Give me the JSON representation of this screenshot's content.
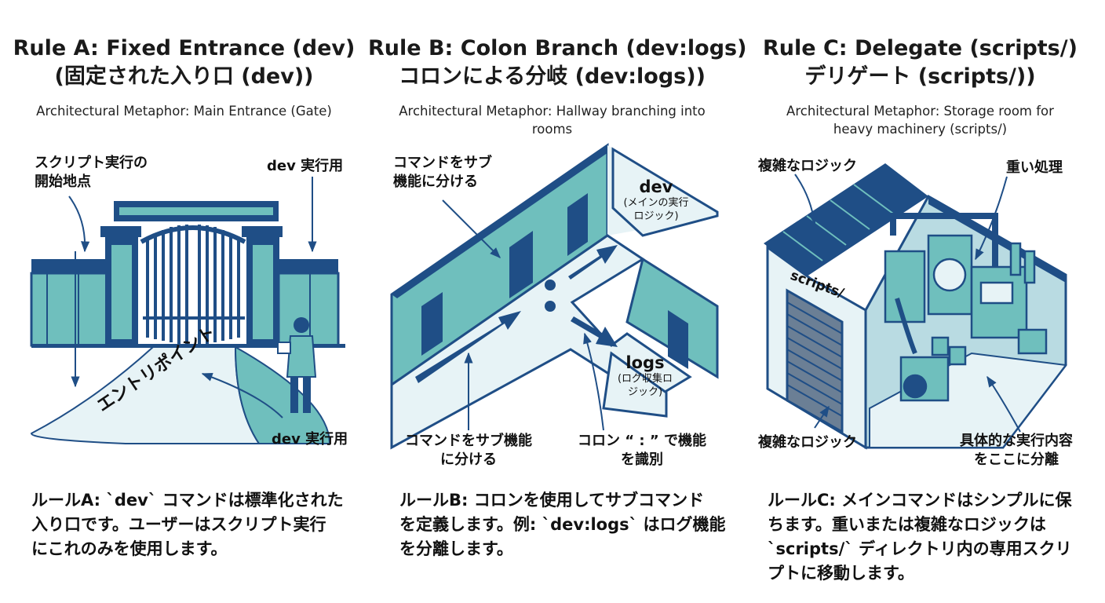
{
  "panels": [
    {
      "title_line1": "Rule A: Fixed Entrance (dev)",
      "title_line2": "(固定された入り口 (dev))",
      "metaphor": "Architectural Metaphor: Main Entrance (Gate)",
      "labels": {
        "script_start_1": "スクリプト実行の",
        "script_start_2": "開始地点",
        "dev_exec_top": "dev 実行用",
        "entry_point": "エントリポイント",
        "dev_exec_bottom": "dev 実行用"
      },
      "rule_lines": [
        "ルールA: `dev` コマンドは標準化された",
        "入り口です。ユーザーはスクリプト実行",
        "にこれのみを使用します。"
      ]
    },
    {
      "title_line1": "Rule B: Colon Branch (dev:logs)",
      "title_line2": "コロンによる分岐 (dev:logs))",
      "metaphor_line1": "Architectural Metaphor: Hallway branching into",
      "metaphor_line2": "rooms",
      "labels": {
        "split_top_1": "コマンドをサブ",
        "split_top_2": "機能に分ける",
        "dev_room": "dev",
        "dev_room_sub_1": "(メインの実行",
        "dev_room_sub_2": "ロジック)",
        "logs_room": "logs",
        "logs_room_sub_1": "(ログ収集ロ",
        "logs_room_sub_2": "ジック)",
        "split_bottom_1": "コマンドをサブ機能",
        "split_bottom_2": "に分ける",
        "colon_id_1": "コロン “ : ” で機能",
        "colon_id_2": "を識別"
      },
      "rule_lines": [
        "ルールB: コロンを使用してサブコマンド",
        "を定義します。例: `dev:logs` はログ機能",
        "を分離します。"
      ]
    },
    {
      "title_line1": "Rule C: Delegate (scripts/)",
      "title_line2": "デリゲート (scripts/))",
      "metaphor_line1": "Architectural Metaphor: Storage room for",
      "metaphor_line2": "heavy machinery (scripts/)",
      "labels": {
        "complex_top": "複雑なロジック",
        "heavy": "重い処理",
        "scripts_sign": "scripts/",
        "complex_bottom": "複雑なロジック",
        "concrete_1": "具体的な実行内容",
        "concrete_2": "をここに分離"
      },
      "rule_lines": [
        "ルールC: メインコマンドはシンプルに保",
        "ちます。重いまたは複雑なロジックは",
        "`scripts/` ディレクトリ内の専用スクリ",
        "プトに移動します。"
      ]
    }
  ],
  "colors": {
    "navy": "#1f4e86",
    "teal": "#6fbfbd",
    "light": "#e7f3f6",
    "mid": "#b9dbe2",
    "ink": "#111111"
  }
}
